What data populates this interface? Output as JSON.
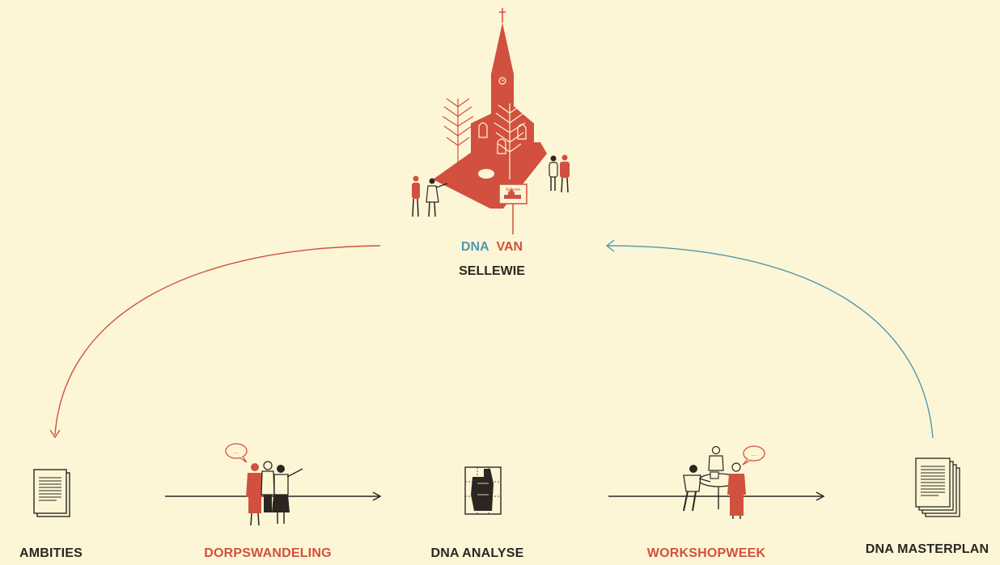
{
  "title": {
    "dna": "DNA",
    "van": "VAN",
    "place": "SELLEWIE"
  },
  "sign_text": "Sellewie",
  "steps": [
    {
      "label": "AMBITIES",
      "type": "document",
      "color": "dark"
    },
    {
      "label": "DORPSWANDELING",
      "type": "activity",
      "color": "red"
    },
    {
      "label": "DNA ANALYSE",
      "type": "map",
      "color": "dark"
    },
    {
      "label": "WORKSHOPWEEK",
      "type": "activity",
      "color": "red"
    },
    {
      "label": "DNA MASTERPLAN",
      "type": "document-stack",
      "color": "dark"
    }
  ],
  "speech_bubble_text": "...",
  "colors": {
    "background": "#fdf6d6",
    "accent_red": "#d2503f",
    "accent_blue": "#4e98b0",
    "ink": "#2b2622"
  }
}
